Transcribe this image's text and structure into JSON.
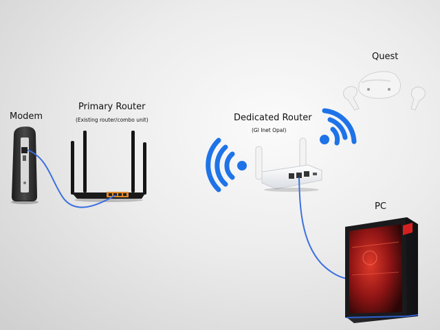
{
  "devices": {
    "modem": {
      "label": "Modem"
    },
    "primary_router": {
      "label": "Primary Router",
      "sublabel": "(Existing router/combo unit)"
    },
    "dedicated_router": {
      "label": "Dedicated Router",
      "sublabel": "(Gl Inet Opal)"
    },
    "quest": {
      "label": "Quest"
    },
    "pc": {
      "label": "PC"
    }
  },
  "colors": {
    "cable": "#3b6fe0",
    "wifi": "#1e73e8",
    "router_port_accent": "#e08a2a",
    "pc_glow": "#c21d1d"
  },
  "icons": [
    "modem-icon",
    "router-icon",
    "wifi-signal-icon",
    "vr-headset-icon",
    "desktop-tower-icon"
  ]
}
